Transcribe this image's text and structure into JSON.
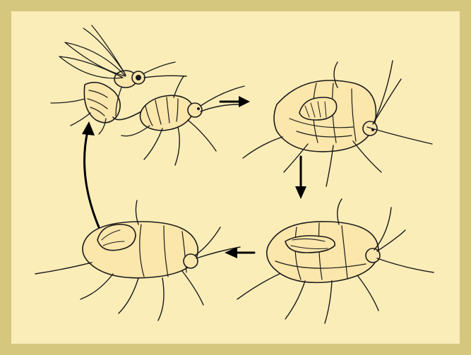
{
  "figure": {
    "background_color": "#fbedb8",
    "border_color": "#d6c77e",
    "ink_color": "#1a1a1a"
  },
  "stages": [
    {
      "id": "wasp-ovipositing-into-aphid",
      "icon": "wasp-icon"
    },
    {
      "id": "larva-inside-aphid",
      "icon": "larva-icon"
    },
    {
      "id": "pupa-inside-mummy",
      "icon": "pupa-icon"
    },
    {
      "id": "adult-emerging-from-mummy",
      "icon": "emergence-hole-icon"
    }
  ]
}
